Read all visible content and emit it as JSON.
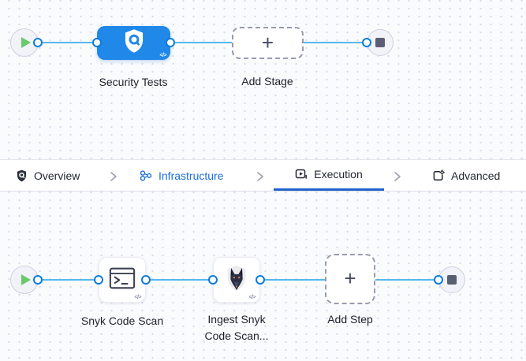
{
  "stage_canvas": {
    "stage_label": "Security Tests",
    "add_stage_label": "Add Stage",
    "code_badge": "</>"
  },
  "tab_bar": {
    "tabs": [
      {
        "label": "Overview",
        "icon": "shield-icon",
        "state": "default"
      },
      {
        "label": "Infrastructure",
        "icon": "infrastructure-nodes-icon",
        "state": "link-blue"
      },
      {
        "label": "Execution",
        "icon": "execution-play-icon",
        "state": "active-underlined"
      },
      {
        "label": "Advanced",
        "icon": "document-gear-icon",
        "state": "default"
      }
    ]
  },
  "step_canvas": {
    "steps": [
      {
        "label": "Snyk Code Scan",
        "icon": "terminal-icon"
      },
      {
        "label": "Ingest Snyk Code Scan...",
        "icon": "snyk-dog-icon"
      }
    ],
    "add_step_label": "Add Step",
    "code_badge": "</>"
  },
  "glyphs": {
    "plus": "+"
  },
  "colors": {
    "canvas_bg": "#fafbfd",
    "dot_grid": "#d8dbe7",
    "stage_blue": "#1f88e8",
    "connector_line": "#56b7eb",
    "connector_ring": "#0b7ce0",
    "play_green": "#67cb6b",
    "end_square": "#5a5e72",
    "active_tab_underline": "#2163cb",
    "link_blue": "#1a6fd9",
    "dashed_border": "#989ab0",
    "label_text": "#1d212b"
  }
}
